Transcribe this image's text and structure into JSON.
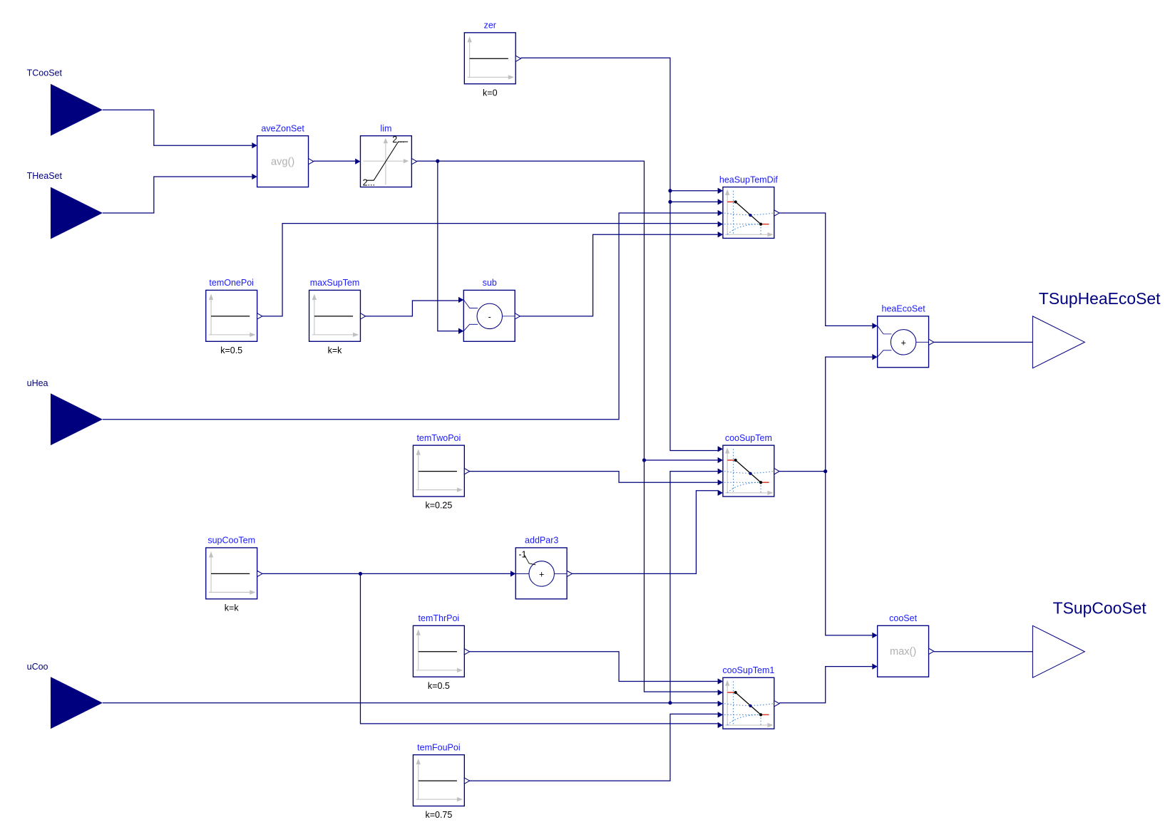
{
  "diagram": {
    "colors": {
      "wire": "#00007f",
      "block_name": "#1a1aff",
      "function_text": "#b0b0b0",
      "saturation": "#e03020",
      "dotted": "#4a86c8"
    },
    "inputs": [
      {
        "id": "TCooSet",
        "label": "TCooSet"
      },
      {
        "id": "THeaSet",
        "label": "THeaSet"
      },
      {
        "id": "uHea",
        "label": "uHea"
      },
      {
        "id": "uCoo",
        "label": "uCoo"
      }
    ],
    "outputs": [
      {
        "id": "TSupHeaEcoSet",
        "label": "TSupHeaEcoSet"
      },
      {
        "id": "TSupCooSet",
        "label": "TSupCooSet"
      }
    ],
    "constants": [
      {
        "id": "zer",
        "label": "zer",
        "param": "k=0"
      },
      {
        "id": "temOnePoi",
        "label": "temOnePoi",
        "param": "k=0.5"
      },
      {
        "id": "maxSupTem",
        "label": "maxSupTem",
        "param": "k=k"
      },
      {
        "id": "temTwoPoi",
        "label": "temTwoPoi",
        "param": "k=0.25"
      },
      {
        "id": "supCooTem",
        "label": "supCooTem",
        "param": "k=k"
      },
      {
        "id": "temThrPoi",
        "label": "temThrPoi",
        "param": "k=0.5"
      },
      {
        "id": "temFouPoi",
        "label": "temFouPoi",
        "param": "k=0.75"
      }
    ],
    "functions": [
      {
        "id": "aveZonSet",
        "label": "aveZonSet",
        "text": "avg()"
      },
      {
        "id": "cooSet",
        "label": "cooSet",
        "text": "max()"
      }
    ],
    "limiter": {
      "id": "lim",
      "label": "lim",
      "upper": "2...",
      "lower": "2..."
    },
    "adders": [
      {
        "id": "sub",
        "label": "sub",
        "sign": "-"
      },
      {
        "id": "heaEcoSet",
        "label": "heaEcoSet",
        "sign": "+"
      },
      {
        "id": "addPar3",
        "label": "addPar3",
        "sign": "+",
        "param": "-1"
      }
    ],
    "lines": [
      {
        "id": "heaSupTemDif",
        "label": "heaSupTemDif"
      },
      {
        "id": "cooSupTem",
        "label": "cooSupTem"
      },
      {
        "id": "cooSupTem1",
        "label": "cooSupTem1"
      }
    ]
  }
}
